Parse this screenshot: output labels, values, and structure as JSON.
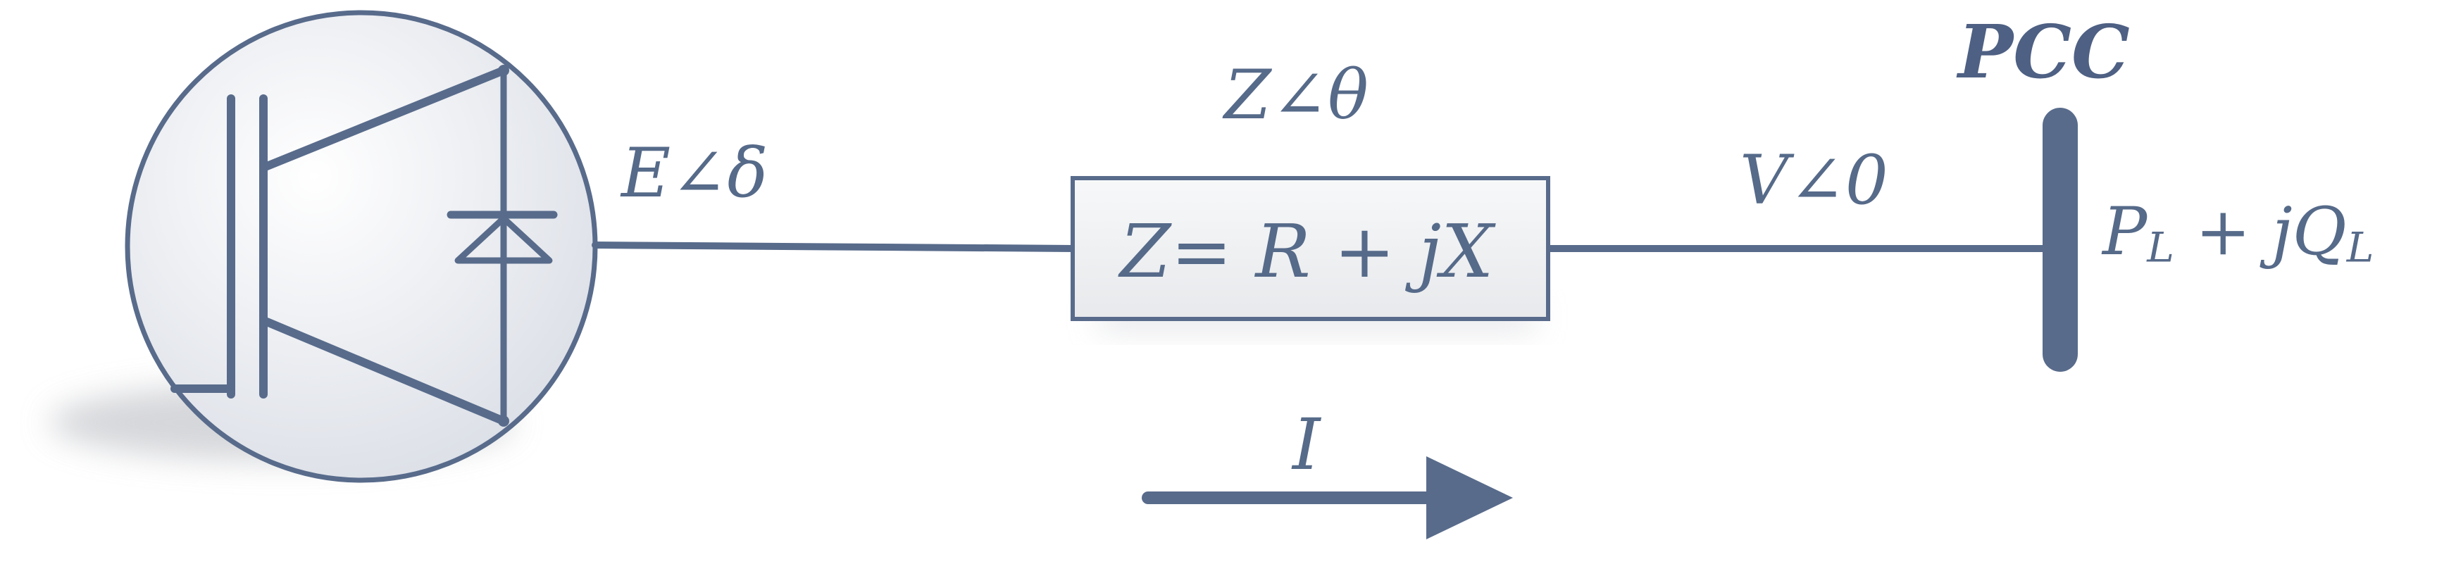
{
  "colors": {
    "line": "#586b8b",
    "text": "#566a89",
    "circle_fill": "#e3e6ec",
    "box_fill": "#f0f1f3"
  },
  "labels": {
    "source_voltage_var": "E",
    "source_voltage_angle": "δ",
    "impedance_polar_var": "Z",
    "impedance_polar_angle": "θ",
    "impedance_rect": "Z= R + jX",
    "pcc_voltage_var": "V",
    "pcc_voltage_angle": "0",
    "pcc_title": "PCC",
    "load_p": "P",
    "load_p_sub": "L",
    "load_plus_j": " + jQ",
    "load_q_sub": "L",
    "current": "I"
  },
  "angle_symbol": "∠",
  "icons": {
    "source": "igbt-diode-inverter-icon",
    "current_direction": "arrow-right-icon"
  }
}
